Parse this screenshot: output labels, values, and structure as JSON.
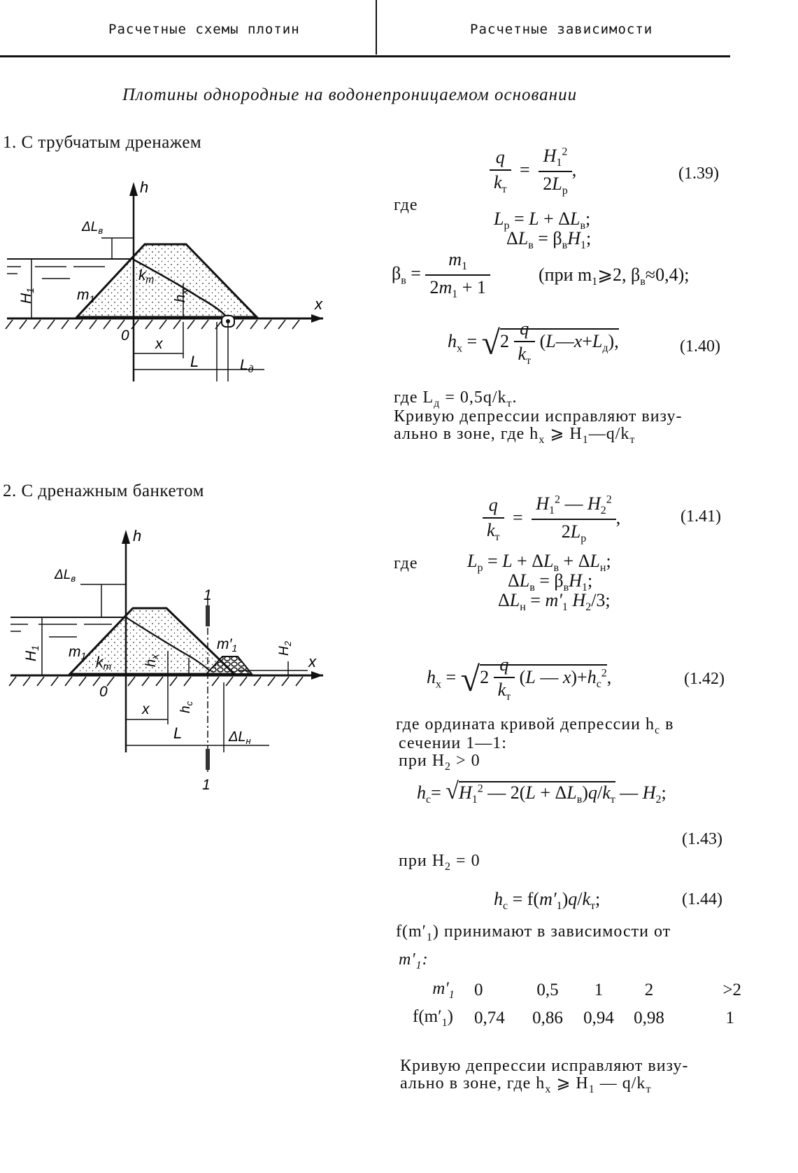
{
  "header": {
    "left": "Расчетные схемы плотин",
    "right": "Расчетные зависимости"
  },
  "title": "Плотины однородные на водонепроницаемом основании",
  "section1": {
    "heading": "1. С трубчатым дренажем",
    "where1": "где",
    "eq139_num": "(1.39)",
    "eq140_num": "(1.40)",
    "note_ld": "где L",
    "note_ld_sub": "д",
    "note_ld_rest": " = 0,5q/k",
    "note_ld_sub2": "т",
    "note_ld_end": ".",
    "correction_line1": "Кривую депрессии исправляют визу-",
    "correction_line2": "ально в зоне, где h",
    "correction_sub": "x",
    "correction_rest": " ⩾ H",
    "correction_sub2": "1",
    "correction_end": "—q/k",
    "correction_sub3": "т",
    "condition": "(при m",
    "condition_sub": "1",
    "condition_rest": "⩾2, β",
    "condition_sub2": "в",
    "condition_end": "≈0,4);"
  },
  "diagram1": {
    "h": "h",
    "dLv": "ΔL",
    "dLv_sub": "в",
    "H1": "H",
    "H1_sub": "1",
    "m1": "m",
    "m1_sub": "1",
    "kt": "k",
    "kt_sub": "т",
    "hx": "h",
    "hx_sub": "x",
    "x_axis": "x",
    "origin": "0",
    "x": "x",
    "L": "L",
    "Ld": "L",
    "Ld_sub": "д"
  },
  "section2": {
    "heading": "2. С дренажным банкетом",
    "where1": "где",
    "eq141_num": "(1.41)",
    "eq142_num": "(1.42)",
    "eq143_num": "(1.43)",
    "eq144_num": "(1.44)",
    "hc_desc_line1": "где ордината кривой депрессии h",
    "hc_desc_sub": "c",
    "hc_desc_rest": " в",
    "hc_desc_line2": "сечении 1—1:",
    "cond_pos": "при H",
    "cond_pos_sub": "2",
    "cond_pos_rest": " > 0",
    "cond_zero": "при H",
    "cond_zero_sub": "2",
    "cond_zero_rest": " = 0",
    "fm_line1": "f(m′",
    "fm_line1_sub": "1",
    "fm_line1_rest": ") принимают в зависимости от",
    "fm_line2": "m′",
    "fm_line2_sub": "1",
    "fm_line2_rest": ":",
    "correction_line1": "Кривую депрессии исправляют визу-",
    "correction_line2": "ально в зоне, где h",
    "correction_sub": "x",
    "correction_rest": " ⩾ H",
    "correction_sub2": "1",
    "correction_end": " — q/k",
    "correction_sub3": "т"
  },
  "table": {
    "row1_label": "m′",
    "row1_label_sub": "1",
    "row1": [
      "0",
      "0,5",
      "1",
      "2",
      ">2"
    ],
    "row2_label": "f(m′",
    "row2_label_sub": "1",
    "row2_label_end": ")",
    "row2": [
      "0,74",
      "0,86",
      "0,94",
      "0,98",
      "1"
    ]
  },
  "diagram2": {
    "h": "h",
    "dLv": "ΔL",
    "dLv_sub": "в",
    "H1": "H",
    "H1_sub": "1",
    "m1": "m",
    "m1_sub": "1",
    "kt": "k",
    "kt_sub": "т",
    "hx": "h",
    "hx_sub": "x",
    "m1p": "m′",
    "m1p_sub": "1",
    "H2": "H",
    "H2_sub": "2",
    "x_axis": "x",
    "origin": "0",
    "x": "x",
    "hc": "h",
    "hc_sub": "c",
    "L": "L",
    "dLn": "ΔL",
    "dLn_sub": "н",
    "sec_top": "1",
    "sec_bot": "1"
  }
}
